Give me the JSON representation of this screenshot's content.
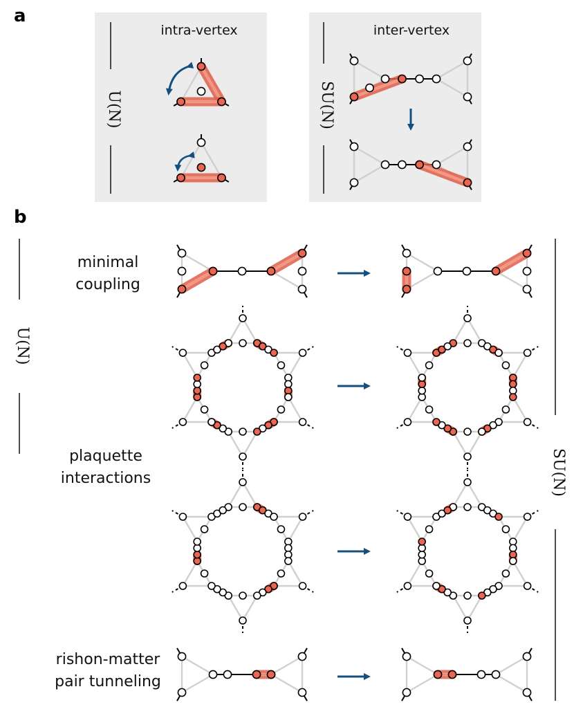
{
  "panel_a": {
    "letter": "a",
    "intra": {
      "title": "intra-vertex",
      "group": "U(N)"
    },
    "inter": {
      "title": "inter-vertex",
      "group": "SU(N)"
    }
  },
  "panel_b": {
    "letter": "b",
    "rows": [
      {
        "label_lines": [
          "minimal",
          "coupling"
        ]
      },
      {
        "label_lines": [
          "plaquette",
          "interactions"
        ]
      },
      {
        "label_lines": [
          "rishon-matter",
          "pair tunneling"
        ]
      }
    ],
    "group_left": "U(N)",
    "group_right": "SU(N)"
  },
  "colors": {
    "panel_background": "#ececec",
    "arrow": "#13507f",
    "pair_highlight": "#e06048",
    "occupied_site": "#e86652",
    "triangle_edge": "#d0d0d0",
    "bond": "#000000"
  }
}
